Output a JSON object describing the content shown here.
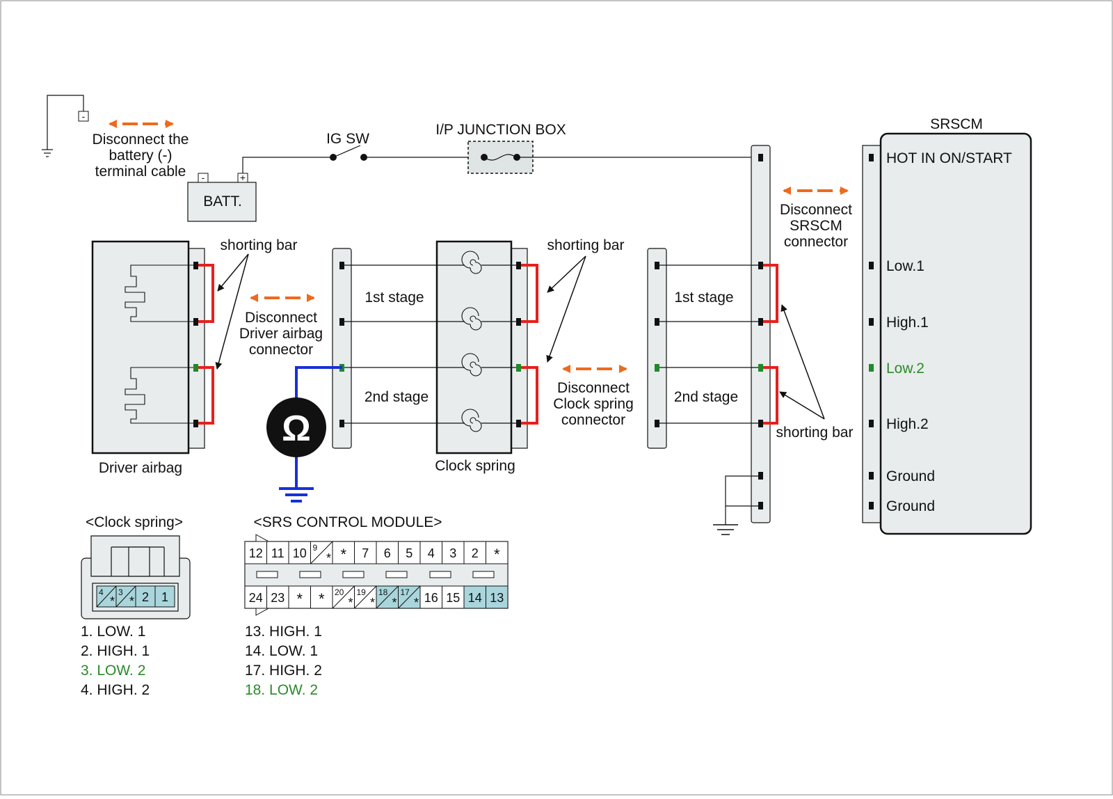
{
  "battery": {
    "instruction": [
      "Disconnect the",
      "battery (-)",
      "terminal cable"
    ],
    "label": "BATT.",
    "neg_terminal": "-",
    "pos_terminal": "+",
    "ground_terminal": "-"
  },
  "ig_switch": {
    "label": "IG SW"
  },
  "junction_box": {
    "label": "I/P JUNCTION BOX"
  },
  "srscm": {
    "title": "SRSCM",
    "pins": [
      "HOT IN ON/START",
      "Low.1",
      "High.1",
      "Low.2",
      "High.2",
      "Ground",
      "Ground"
    ],
    "highlight_pin": "Low.2",
    "instruction": [
      "Disconnect",
      "SRSCM",
      "connector"
    ]
  },
  "driver_airbag": {
    "label": "Driver airbag",
    "instruction": [
      "Disconnect",
      "Driver airbag",
      "connector"
    ]
  },
  "clock_spring": {
    "label": "Clock spring",
    "instruction": [
      "Disconnect",
      "Clock spring",
      "connector"
    ]
  },
  "shorting_bar_label": "shorting bar",
  "stage_labels": [
    "1st stage",
    "2nd stage"
  ],
  "ohmmeter": {
    "symbol": "Ω"
  },
  "clock_spring_connector": {
    "title": "<Clock spring>",
    "cells": [
      {
        "main": "4",
        "sub": "*",
        "split": true
      },
      {
        "main": "3",
        "sub": "*",
        "split": true
      },
      {
        "main": "2",
        "sub": "",
        "split": false
      },
      {
        "main": "1",
        "sub": "",
        "split": false
      }
    ],
    "legend": [
      "1. LOW. 1",
      "2. HIGH. 1",
      "3. LOW. 2",
      "4. HIGH. 2"
    ],
    "legend_highlight_index": 2
  },
  "srs_module_connector": {
    "title": "<SRS CONTROL MODULE>",
    "top_row": [
      {
        "main": "12",
        "sub": "",
        "split": false
      },
      {
        "main": "11",
        "sub": "",
        "split": false
      },
      {
        "main": "10",
        "sub": "",
        "split": false
      },
      {
        "main": "9",
        "sub": "*",
        "split": true
      },
      {
        "main": "*",
        "sub": "",
        "split": false
      },
      {
        "main": "7",
        "sub": "",
        "split": false
      },
      {
        "main": "6",
        "sub": "",
        "split": false
      },
      {
        "main": "5",
        "sub": "",
        "split": false
      },
      {
        "main": "4",
        "sub": "",
        "split": false
      },
      {
        "main": "3",
        "sub": "",
        "split": false
      },
      {
        "main": "2",
        "sub": "",
        "split": false
      },
      {
        "main": "*",
        "sub": "",
        "split": false
      }
    ],
    "bottom_row": [
      {
        "main": "24",
        "sub": "",
        "split": false
      },
      {
        "main": "23",
        "sub": "",
        "split": false
      },
      {
        "main": "*",
        "sub": "",
        "split": false
      },
      {
        "main": "*",
        "sub": "",
        "split": false
      },
      {
        "main": "20",
        "sub": "*",
        "split": true
      },
      {
        "main": "19",
        "sub": "*",
        "split": true
      },
      {
        "main": "18",
        "sub": "*",
        "split": true
      },
      {
        "main": "17",
        "sub": "*",
        "split": true
      },
      {
        "main": "16",
        "sub": "",
        "split": false
      },
      {
        "main": "15",
        "sub": "",
        "split": false
      },
      {
        "main": "14",
        "sub": "",
        "split": false
      },
      {
        "main": "13",
        "sub": "",
        "split": false
      }
    ],
    "legend": [
      "13. HIGH. 1",
      "14. LOW. 1",
      "17. HIGH. 2",
      "18. LOW. 2"
    ],
    "legend_highlight_index": 3
  },
  "colors": {
    "shorting_bar": "#e8201c",
    "arrow": "#ee6a1e",
    "meter_wire": "#1a2fd6",
    "green_pin": "#1f8a2a",
    "panel_fill": "#e8ecec",
    "highlight_cell": "#a9d6dc"
  }
}
